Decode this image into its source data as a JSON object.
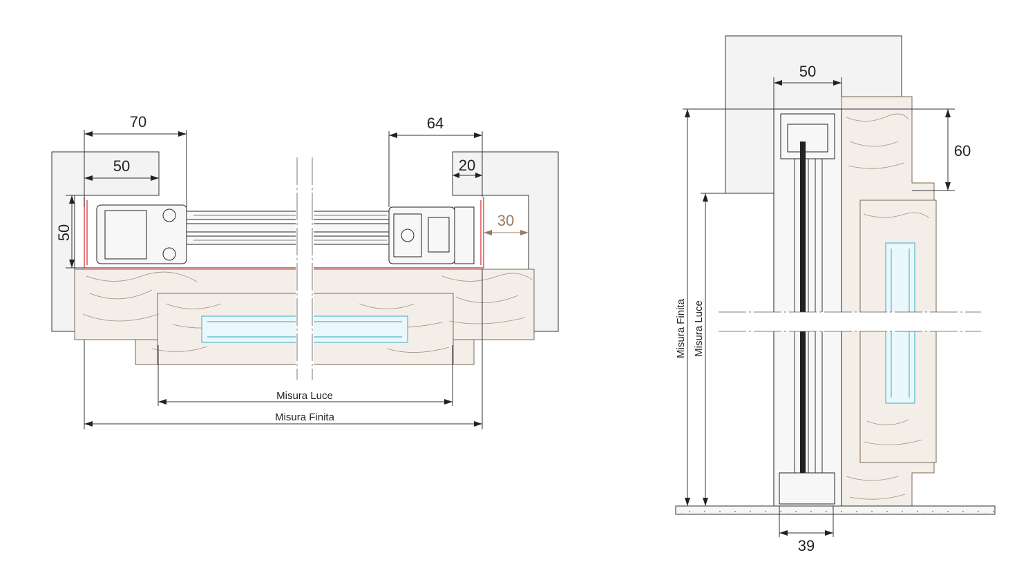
{
  "plan_view": {
    "dimensions": {
      "d70": "70",
      "d50_top": "50",
      "d64": "64",
      "d20": "20",
      "d50_side": "50",
      "d30": "30"
    },
    "labels": {
      "misura_luce": "Misura Luce",
      "misura_finita": "Misura Finita"
    }
  },
  "section_view": {
    "dimensions": {
      "d50": "50",
      "d60": "60",
      "d39": "39"
    },
    "labels": {
      "misura_finita": "Misura Finita",
      "misura_luce": "Misura Luce"
    }
  },
  "colors": {
    "accent_dimension": "#9a7a60",
    "profile_red": "#d8454a",
    "glass_blue": "#56b6d0",
    "wood": "#f4eee8"
  }
}
